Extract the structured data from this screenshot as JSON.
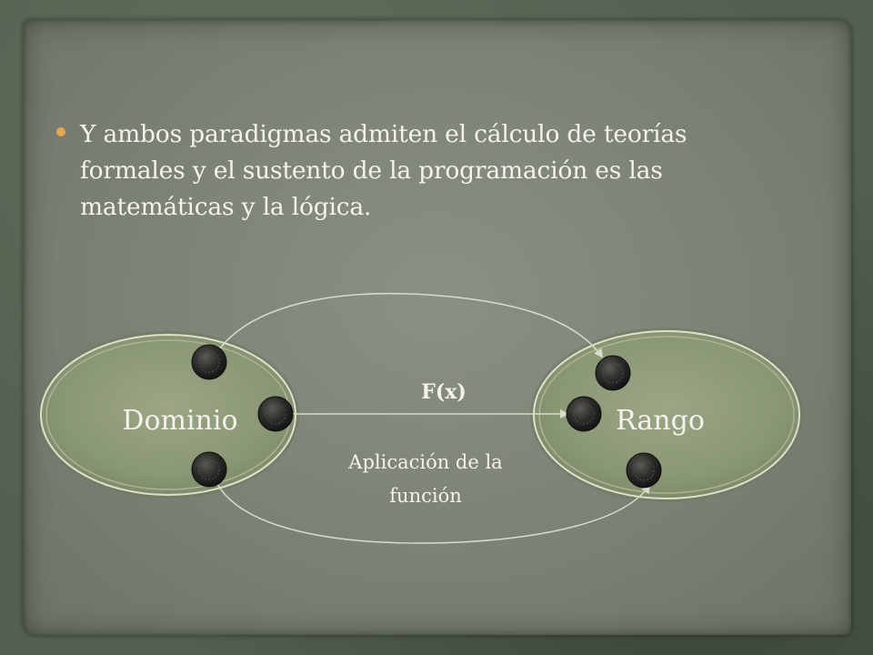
{
  "bullet": {
    "text": "Y ambos paradigmas admiten el cálculo de teorías formales y el sustento de la programación es las matemáticas y la lógica."
  },
  "diagram": {
    "domain_label": "Dominio",
    "range_label": "Rango",
    "function_label": "F(x)",
    "caption_line1": "Aplicación de la",
    "caption_line2": "función",
    "domain_elements": 3,
    "range_elements": 3
  },
  "colors": {
    "background": "#546050",
    "card": "#7f867a",
    "ellipse_fill": "#8d9a78",
    "bullet": "#e8a64a",
    "text": "#f4f2ea",
    "node": "#2a2a28"
  },
  "icons": {
    "node": "dark-sphere-icon",
    "bullet": "bullet-dot-icon"
  }
}
